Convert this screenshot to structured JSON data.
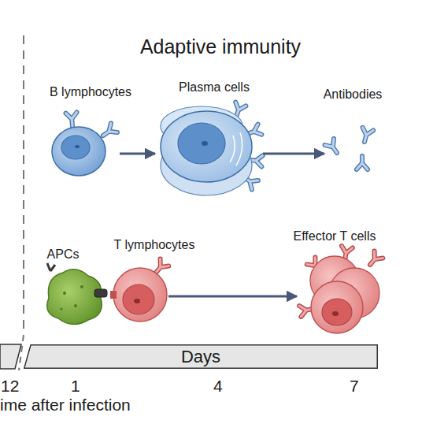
{
  "diagram": {
    "title": "Adaptive immunity",
    "nodes": [
      {
        "text": [
          "B lymphocytes"
        ]
      },
      {
        "text": [
          "Plasma cells"
        ]
      },
      {
        "text": [
          "Antibodies"
        ]
      },
      {
        "text": [
          "APCs"
        ]
      },
      {
        "text": [
          "T lymphocytes"
        ]
      },
      {
        "text": [
          "Effector T cells"
        ]
      },
      {
        "text": [
          "Days"
        ]
      }
    ],
    "edges": [
      {
        "from": 0,
        "to": 1,
        "arrow": "to"
      },
      {
        "from": 1,
        "to": 2,
        "arrow": "to"
      },
      {
        "from": 4,
        "to": 5,
        "arrow": "to"
      }
    ],
    "labels": [
      "12",
      "1",
      "4",
      "7",
      "ime after infection"
    ]
  }
}
